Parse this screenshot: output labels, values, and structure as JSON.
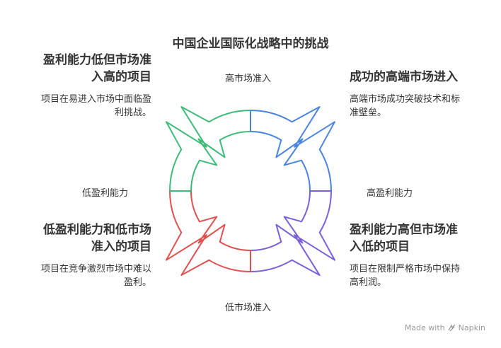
{
  "title": "中国企业国际化战略中的挑战",
  "axes": {
    "top": "高市场准入",
    "bottom": "低市场准入",
    "left": "低盈利能力",
    "right": "高盈利能力"
  },
  "quadrants": {
    "top_left": {
      "title_line1": "盈利能力低但市场准",
      "title_line2": "入高的项目",
      "desc_line1": "项目在易进入市场中面临盈",
      "desc_line2": "利挑战。",
      "color": "#3dbb78"
    },
    "top_right": {
      "title_line1": "成功的高端市场进入",
      "title_line2": "",
      "desc_line1": "高端市场成功突破技术和标",
      "desc_line2": "准壁垒。",
      "color": "#4a84e0"
    },
    "bottom_left": {
      "title_line1": "低盈利能力和低市场",
      "title_line2": "准入的项目",
      "desc_line1": "项目在竞争激烈市场中难以",
      "desc_line2": "盈利。",
      "color": "#e0504f"
    },
    "bottom_right": {
      "title_line1": "盈利能力高但市场准",
      "title_line2": "入低的项目",
      "desc_line1": "项目在限制严格市场中保持",
      "desc_line2": "高利润。",
      "color": "#7b5fd9"
    }
  },
  "watermark": {
    "text": "Made with",
    "brand": "Napkin",
    "icon": "napkin-logo-icon"
  }
}
